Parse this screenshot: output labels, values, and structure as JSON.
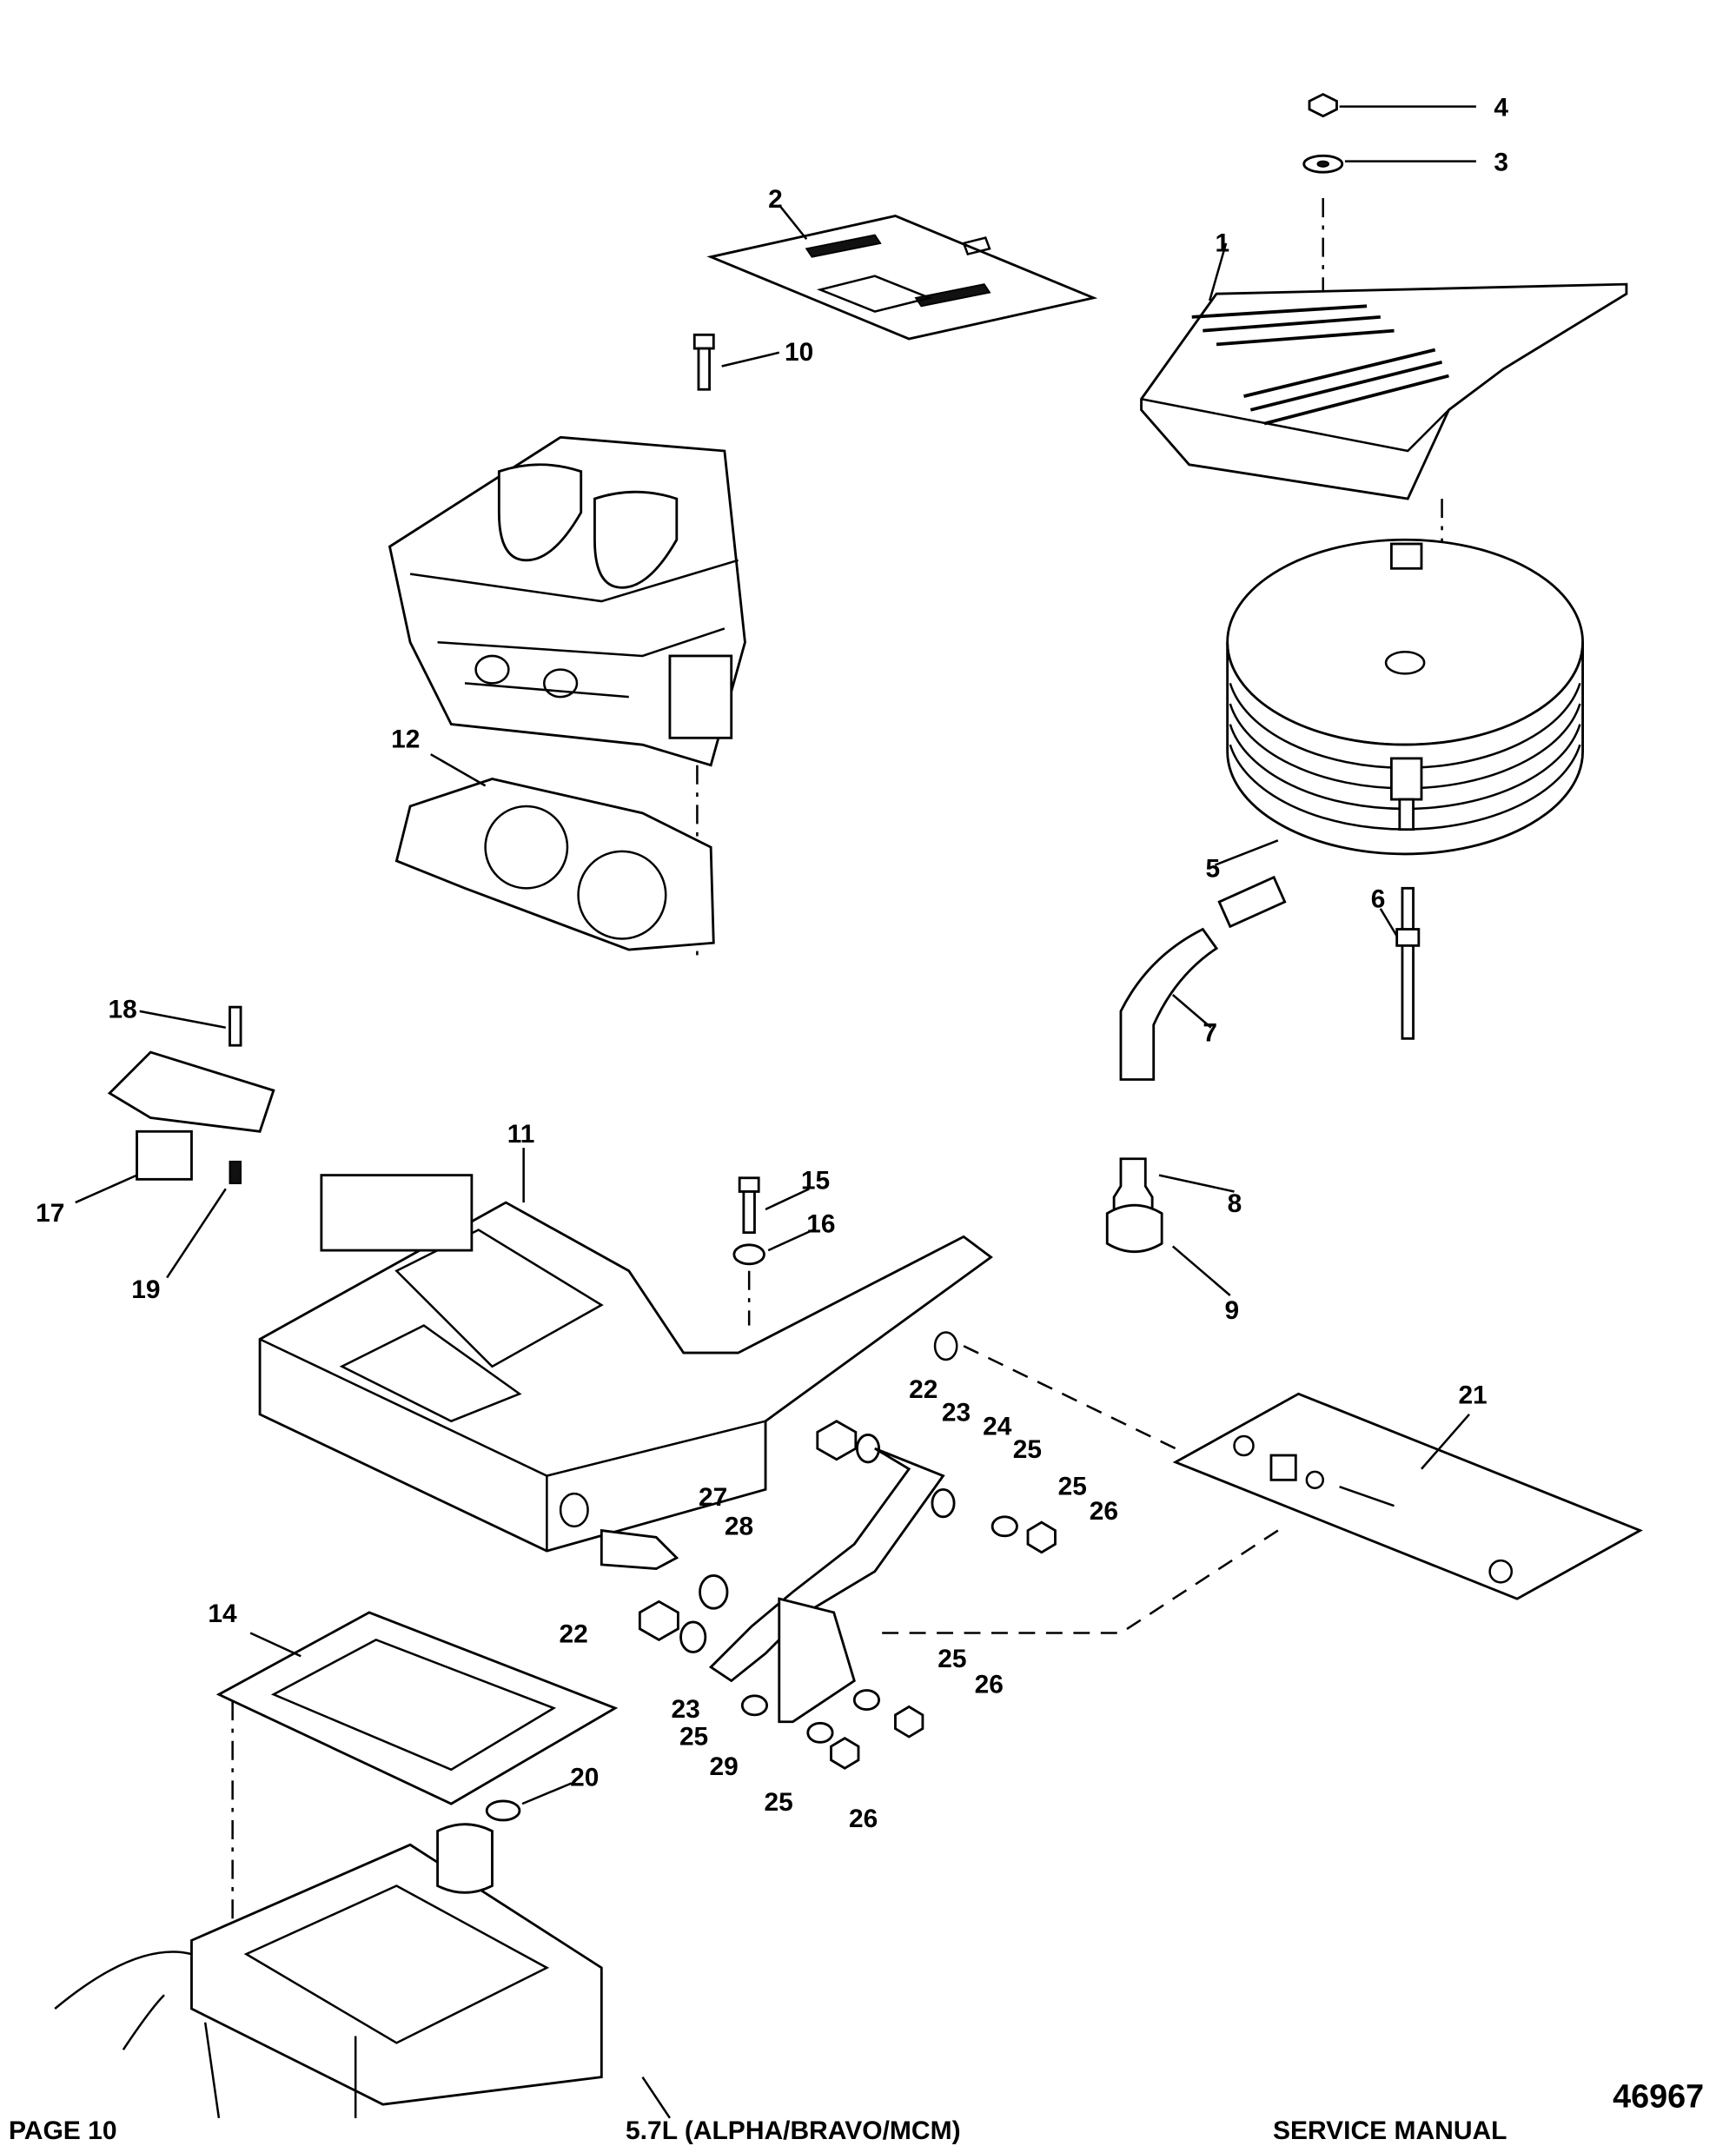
{
  "diagram": {
    "figure_number": "46967",
    "callouts": [
      "1",
      "2",
      "3",
      "4",
      "5",
      "6",
      "7",
      "8",
      "9",
      "10",
      "11",
      "12",
      "14",
      "15",
      "16",
      "17",
      "18",
      "19",
      "20",
      "21",
      "22",
      "22",
      "23",
      "23",
      "24",
      "25",
      "25",
      "25",
      "25",
      "25",
      "26",
      "26",
      "26",
      "27",
      "28",
      "29"
    ]
  },
  "footer": {
    "left": "PAGE 10",
    "center": "5.7L (ALPHA/BRAVO/MCM)",
    "right": "SERVICE MANUAL"
  }
}
